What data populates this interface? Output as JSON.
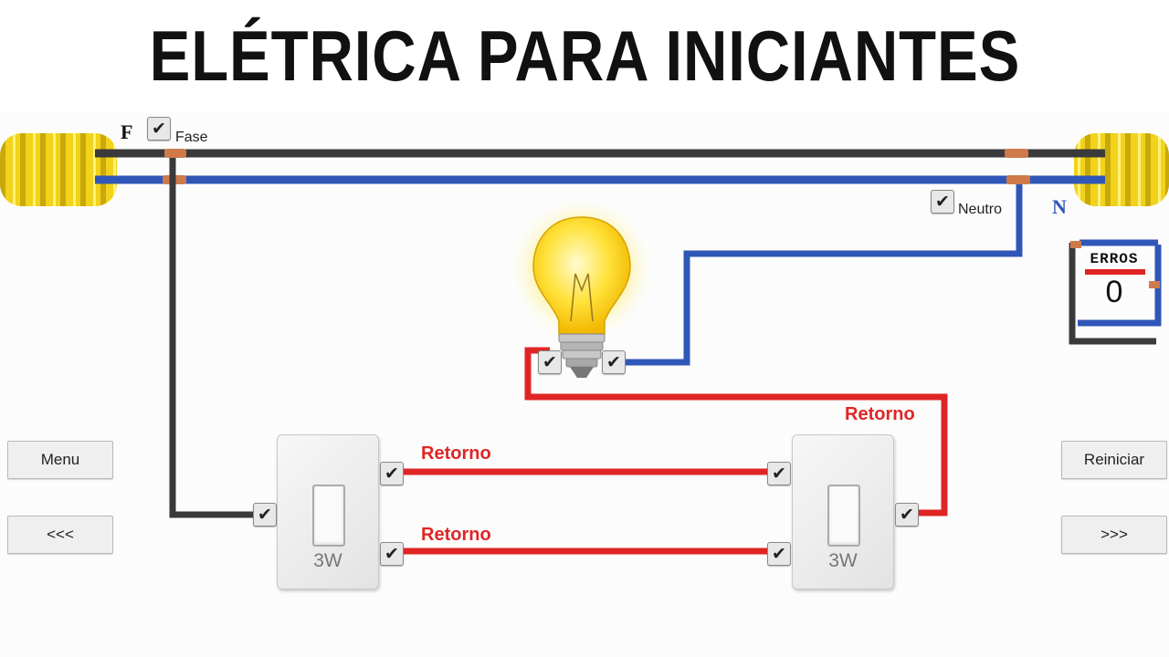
{
  "title": "ELÉTRICA PARA INICIANTES",
  "labels": {
    "fase_letter": "F",
    "neutro_letter": "N",
    "fase": "Fase",
    "neutro": "Neutro",
    "retorno_top": "Retorno",
    "retorno_bottom": "Retorno",
    "retorno_right": "Retorno"
  },
  "switches": [
    {
      "label": "3W"
    },
    {
      "label": "3W"
    }
  ],
  "errors": {
    "title": "ERROS",
    "count": "0"
  },
  "buttons": {
    "menu": "Menu",
    "prev": "<<<",
    "restart": "Reiniciar",
    "next": ">>>"
  },
  "checkmark": "✔",
  "colors": {
    "fase_wire": "#3a3a3a",
    "neutro_wire": "#2f57b8",
    "retorno_wire": "#e02525",
    "cable_yellow": "#f2d21b",
    "copper": "#cf7a4a"
  }
}
